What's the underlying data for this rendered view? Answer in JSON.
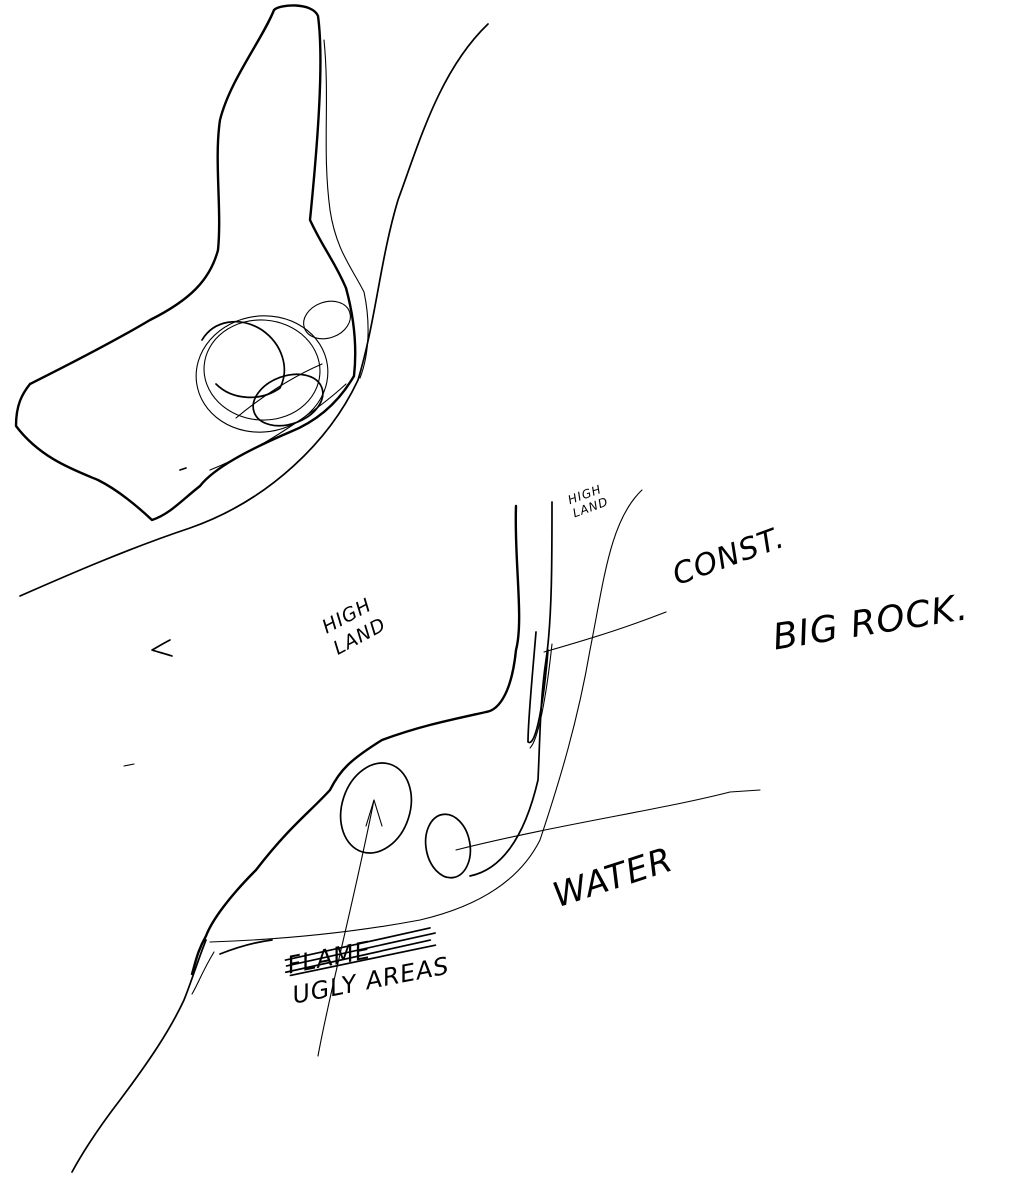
{
  "labels": {
    "const": "CONST.",
    "high_land_left": "HIGH\nLAND",
    "high_land_right": "HIGH\nLAND",
    "big_rock": "BIG ROCK.",
    "water": "WATER",
    "ugly_areas": "UGLY AREAS",
    "struck_word": "FLAME"
  }
}
